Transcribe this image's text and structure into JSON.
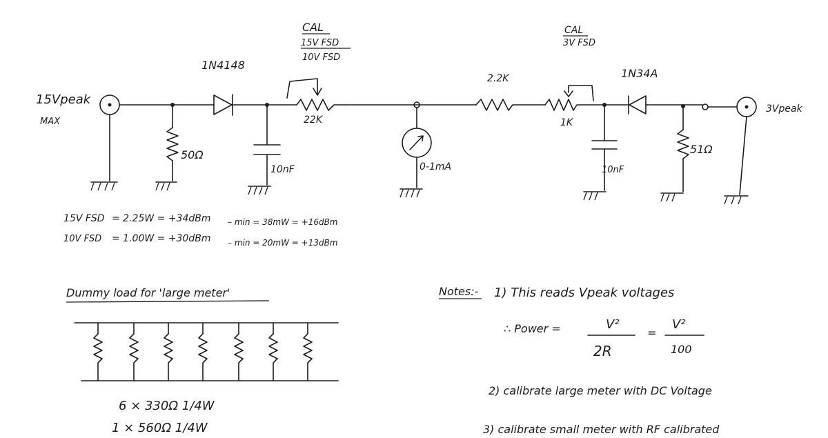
{
  "input": {
    "label": "15Vpeak",
    "sublabel": "MAX"
  },
  "output": {
    "label": "3Vpeak"
  },
  "components": {
    "r_input": "50Ω",
    "diode1": "1N4148",
    "cap1": "10nF",
    "pot1": "22K",
    "cal1": {
      "title": "CAL",
      "line1": "15V FSD",
      "line2": "10V FSD"
    },
    "meter": "0-1mA",
    "r_series": "2.2K",
    "pot2": "1K",
    "cal2": {
      "title": "CAL",
      "line1": "3V FSD"
    },
    "diode2": "1N34A",
    "cap2": "10nF",
    "r_output": "51Ω"
  },
  "power_table": {
    "row1": {
      "scale": "15V FSD",
      "power": "= 2.25W = +34dBm",
      "min": "– min = 38mW = +16dBm"
    },
    "row2": {
      "scale": "10V FSD",
      "power": "= 1.00W = +30dBm",
      "min": "– min = 20mW = +13dBm"
    }
  },
  "dummy_load": {
    "title": "Dummy load for 'large meter'",
    "spec1": "6 × 330Ω 1/4W",
    "spec2": "1 × 560Ω 1/4W"
  },
  "notes": {
    "heading": "Notes:-",
    "note1": "1) This reads Vpeak voltages",
    "power_prefix": "∴ Power =",
    "v2": "V²",
    "two_r": "2R",
    "equals": "=",
    "hundred": "100",
    "note2": "2) calibrate large meter with DC Voltage",
    "note3": "3) calibrate small meter with RF calibrated"
  }
}
